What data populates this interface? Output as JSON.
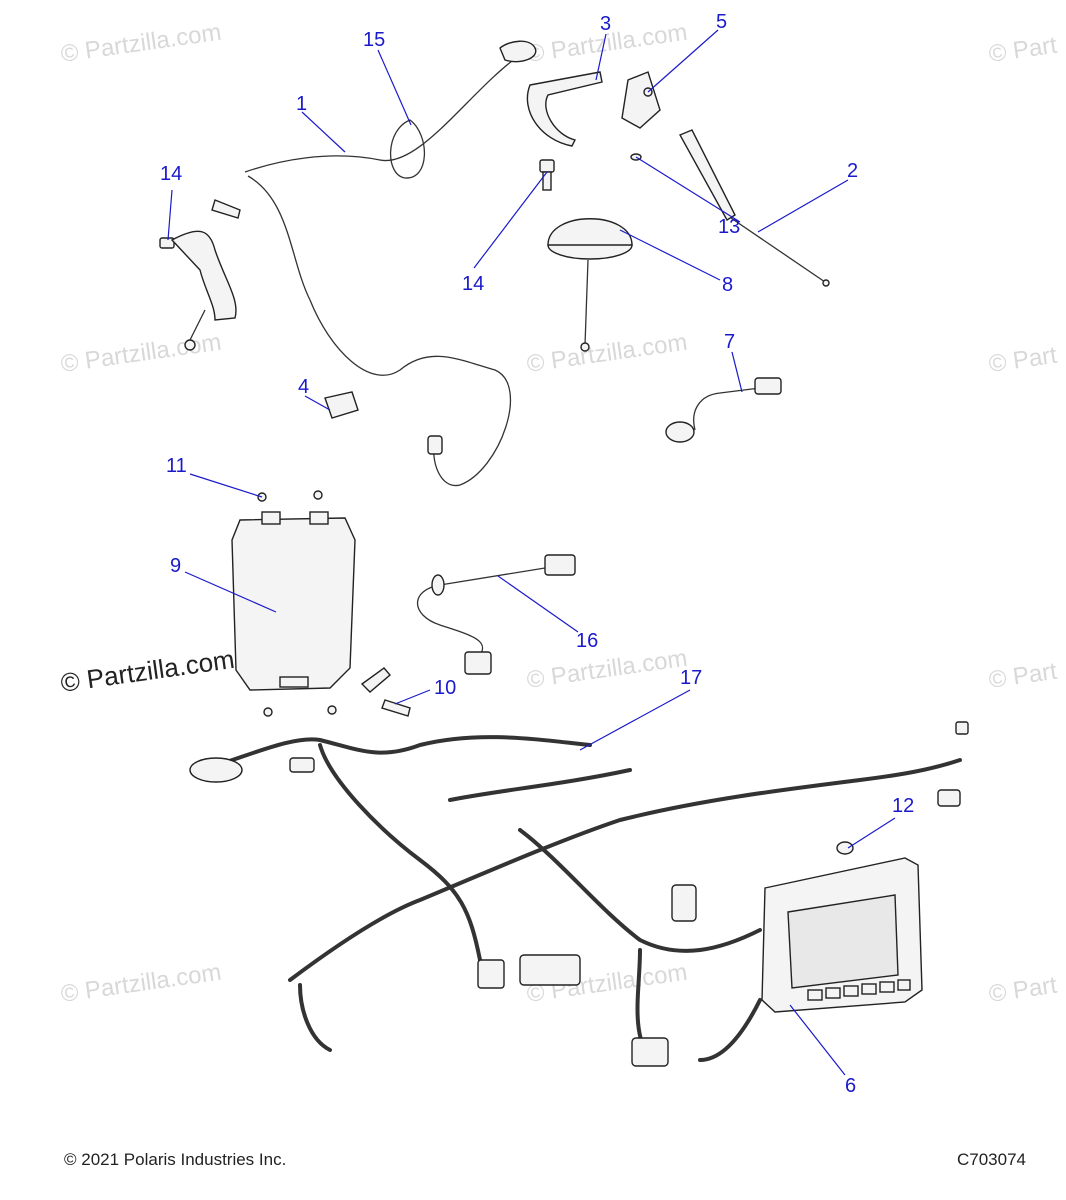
{
  "watermark": {
    "text": "© Partzilla.com",
    "text_short": "© Part"
  },
  "callouts": {
    "c1": "1",
    "c2": "2",
    "c3": "3",
    "c4": "4",
    "c5": "5",
    "c6": "6",
    "c7": "7",
    "c8": "8",
    "c9": "9",
    "c10": "10",
    "c11": "11",
    "c12": "12",
    "c13": "13",
    "c14a": "14",
    "c14b": "14",
    "c15": "15",
    "c16": "16",
    "c17": "17"
  },
  "footer": {
    "copyright": "© 2021 Polaris Industries Inc.",
    "diagram_code": "C703074"
  },
  "colors": {
    "callout": "#1a1acc",
    "linework": "#222222",
    "watermark": "#d8d8d8"
  }
}
